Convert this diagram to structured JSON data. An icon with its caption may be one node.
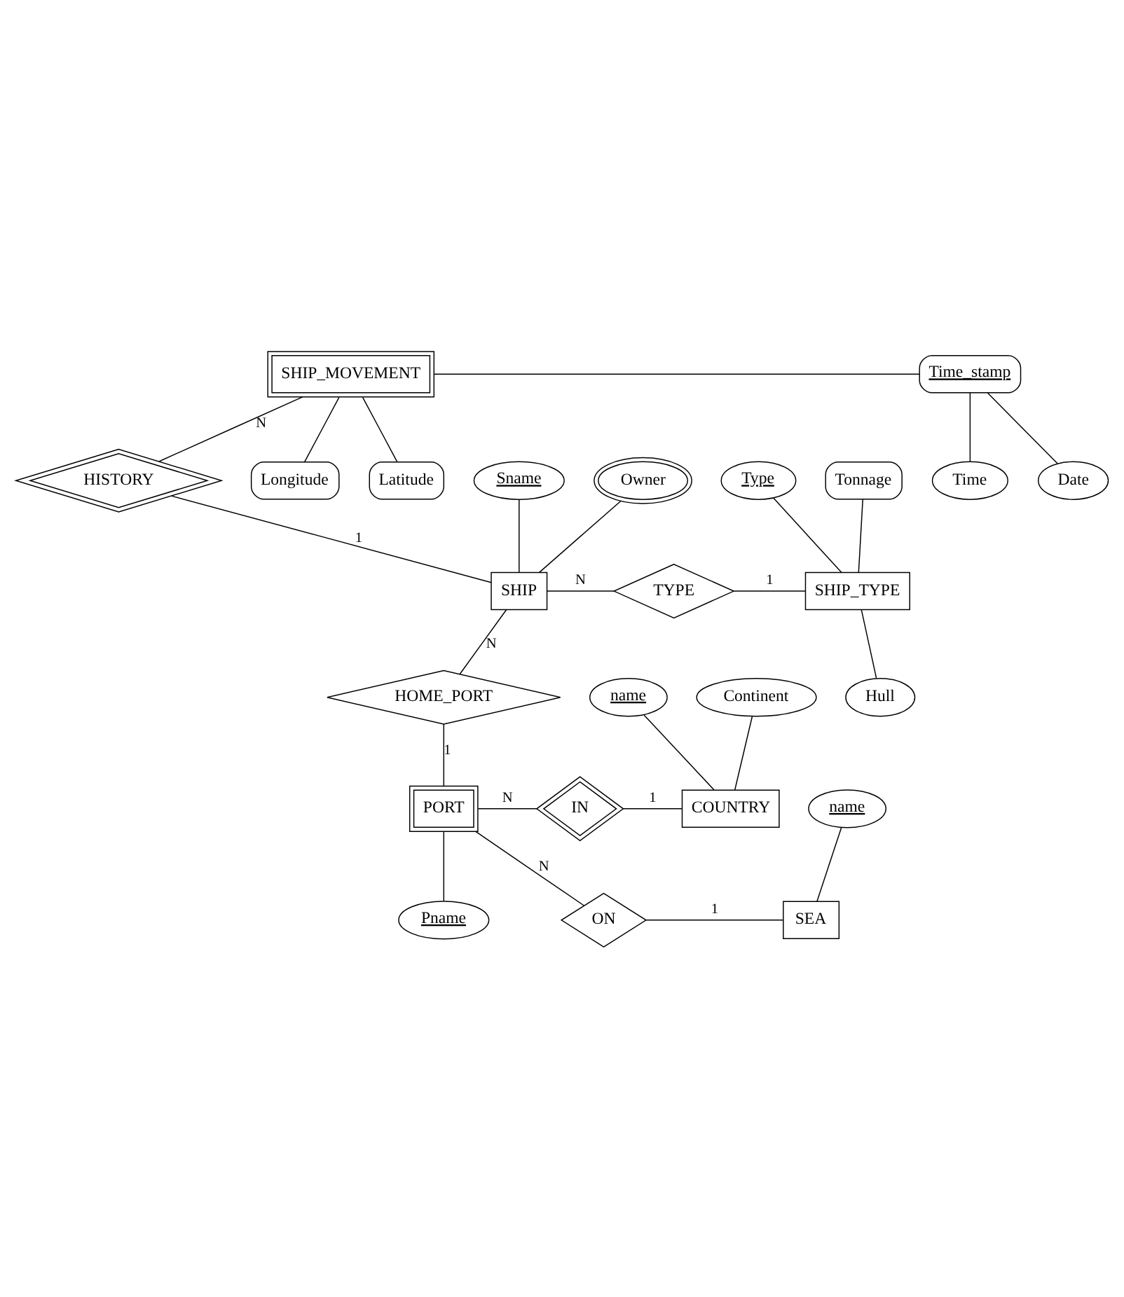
{
  "diagram": {
    "nodes": [
      {
        "text": [
          "SHIP_MOVEMENT"
        ]
      },
      {
        "text": [
          "Time_stamp"
        ]
      },
      {
        "text": [
          "Date"
        ]
      },
      {
        "text": [
          "Time"
        ]
      },
      {
        "text": [
          "Longitude"
        ]
      },
      {
        "text": [
          "Latitude"
        ]
      },
      {
        "text": [
          "HISTORY"
        ]
      },
      {
        "text": [
          "Sname"
        ]
      },
      {
        "text": [
          "SHIP"
        ]
      },
      {
        "text": [
          "Owner"
        ]
      },
      {
        "text": [
          "TYPE"
        ]
      },
      {
        "text": [
          "Type"
        ]
      },
      {
        "text": [
          "Tonnage"
        ]
      },
      {
        "text": [
          "SHIP_TYPE"
        ]
      },
      {
        "text": [
          "Hull"
        ]
      },
      {
        "text": [
          "HOME_PORT"
        ]
      },
      {
        "text": [
          "name"
        ]
      },
      {
        "text": [
          "Continent"
        ]
      },
      {
        "text": [
          "COUNTRY"
        ]
      },
      {
        "text": [
          "IN"
        ]
      },
      {
        "text": [
          "PORT"
        ]
      },
      {
        "text": [
          "name"
        ]
      },
      {
        "text": [
          "SEA"
        ]
      },
      {
        "text": [
          "ON"
        ]
      },
      {
        "text": [
          "Pname"
        ]
      }
    ],
    "edges": [
      {
        "from": 0,
        "to": 1,
        "arrow": "none"
      },
      {
        "from": 1,
        "to": 2,
        "arrow": "none"
      },
      {
        "from": 1,
        "to": 3,
        "arrow": "none"
      },
      {
        "from": 0,
        "to": 4,
        "arrow": "none"
      },
      {
        "from": 0,
        "to": 5,
        "arrow": "none"
      },
      {
        "from": 0,
        "to": 6,
        "arrow": "none",
        "label": "N"
      },
      {
        "from": 6,
        "to": 8,
        "arrow": "none",
        "label": "1"
      },
      {
        "from": 7,
        "to": 8,
        "arrow": "none"
      },
      {
        "from": 9,
        "to": 8,
        "arrow": "none"
      },
      {
        "from": 8,
        "to": 10,
        "arrow": "none",
        "label": "N"
      },
      {
        "from": 10,
        "to": 13,
        "arrow": "none",
        "label": "1"
      },
      {
        "from": 11,
        "to": 13,
        "arrow": "none"
      },
      {
        "from": 12,
        "to": 13,
        "arrow": "none"
      },
      {
        "from": 13,
        "to": 14,
        "arrow": "none"
      },
      {
        "from": 8,
        "to": 15,
        "arrow": "none",
        "label": "N"
      },
      {
        "from": 15,
        "to": 20,
        "arrow": "none",
        "label": "1"
      },
      {
        "from": 16,
        "to": 18,
        "arrow": "none"
      },
      {
        "from": 17,
        "to": 18,
        "arrow": "none"
      },
      {
        "from": 20,
        "to": 19,
        "arrow": "none",
        "label": "N"
      },
      {
        "from": 19,
        "to": 18,
        "arrow": "none",
        "label": "1"
      },
      {
        "from": 20,
        "to": 23,
        "arrow": "none",
        "label": "N"
      },
      {
        "from": 23,
        "to": 22,
        "arrow": "none",
        "label": "1"
      },
      {
        "from": 21,
        "to": 22,
        "arrow": "none"
      },
      {
        "from": 20,
        "to": 24,
        "arrow": "none"
      }
    ]
  }
}
